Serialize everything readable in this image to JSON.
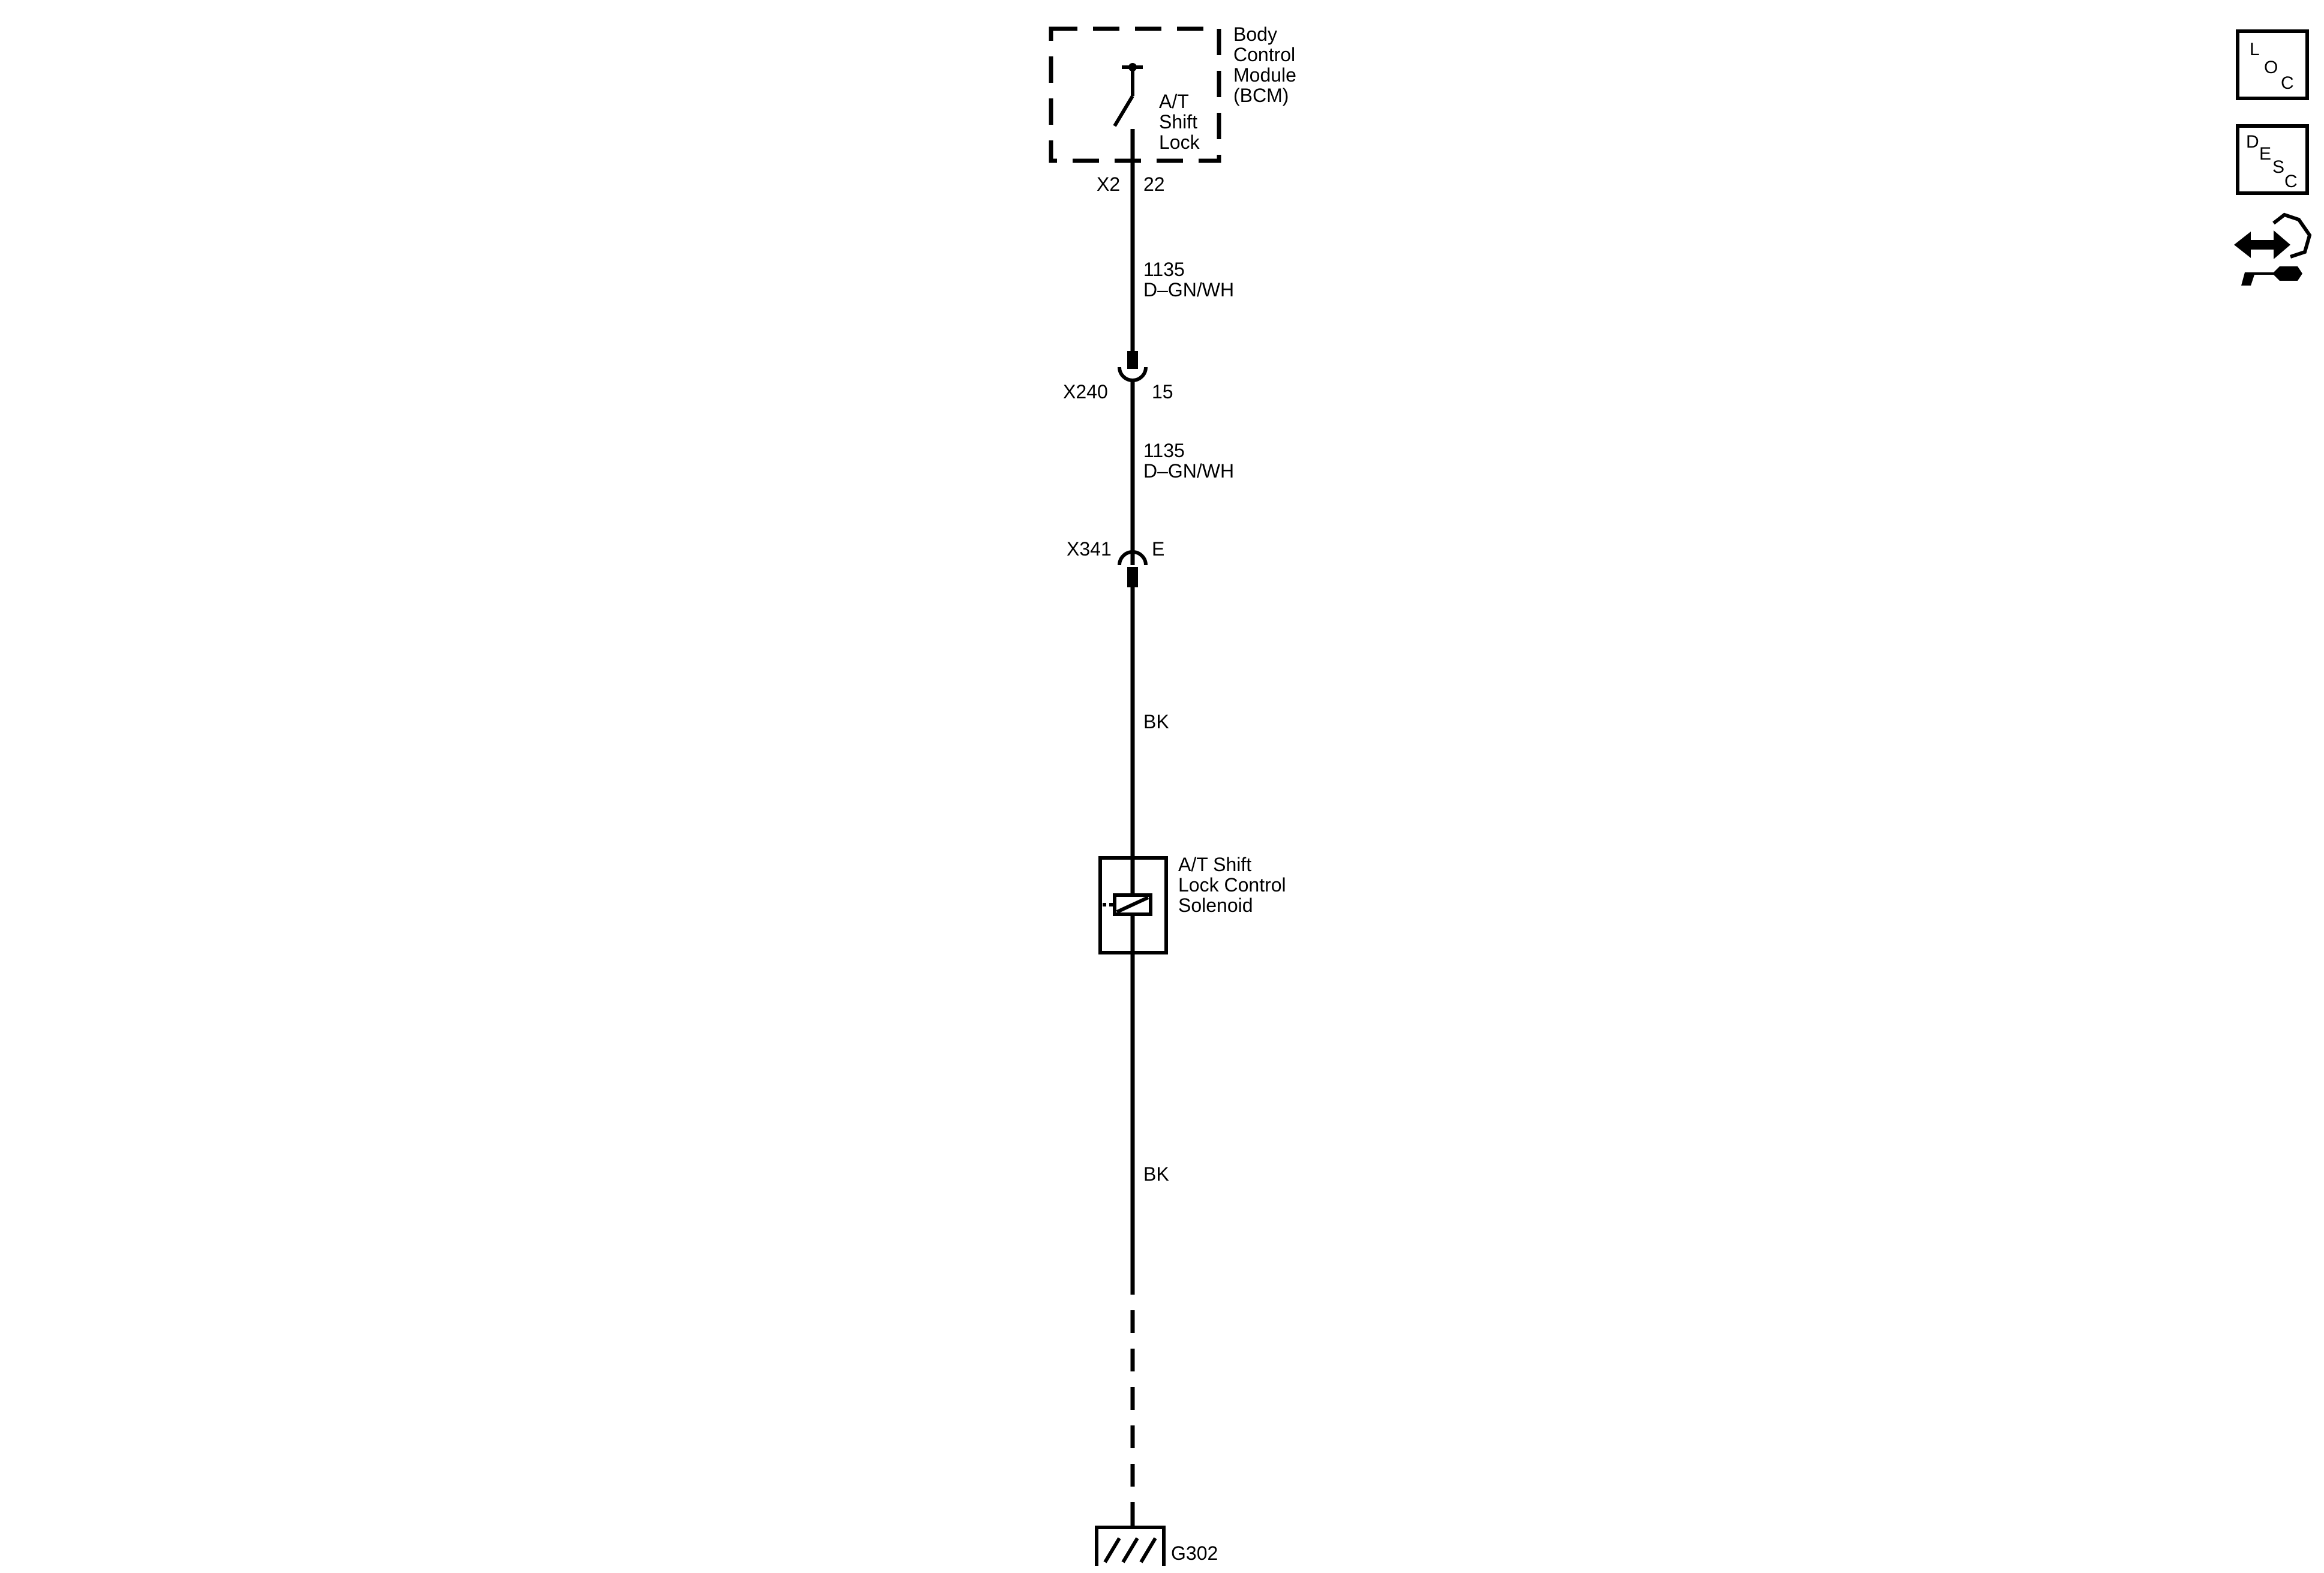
{
  "module": {
    "name_lines": [
      "Body",
      "Control",
      "Module",
      "(BCM)"
    ],
    "switch_lines": [
      "A/T",
      "Shift",
      "Lock"
    ],
    "connector": "X2",
    "pin": "22"
  },
  "wires": [
    {
      "circuit": "1135",
      "color": "D–GN/WH"
    },
    {
      "circuit": "1135",
      "color": "D–GN/WH"
    },
    {
      "color": "BK"
    },
    {
      "color": "BK"
    }
  ],
  "connectors": [
    {
      "name": "X240",
      "pin": "15"
    },
    {
      "name": "X341",
      "pin": "E"
    }
  ],
  "solenoid": {
    "label_lines": [
      "A/T Shift",
      "Lock Control",
      "Solenoid"
    ]
  },
  "ground": {
    "name": "G302"
  },
  "side_icons": {
    "loc": {
      "letters": [
        "L",
        "O",
        "C"
      ],
      "icon": "location-icon"
    },
    "desc": {
      "letters": [
        "D",
        "E",
        "S",
        "C"
      ],
      "icon": "description-icon"
    },
    "connector_end_view": {
      "icon": "connector-end-view-icon"
    }
  }
}
